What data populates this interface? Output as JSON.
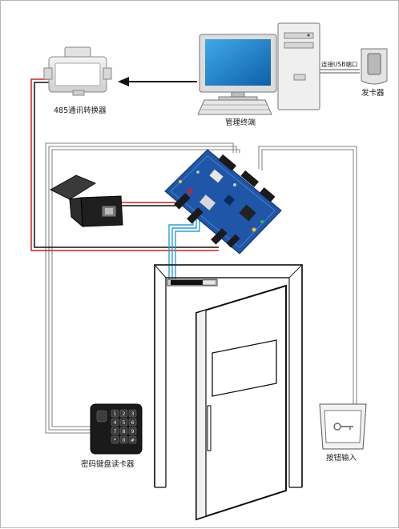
{
  "labels": {
    "converter": "485通讯转换器",
    "usb_port": "连接USB端口",
    "card_issuer": "发卡器",
    "terminal": "管理终端",
    "keypad_reader": "密码键盘读卡器",
    "exit_button": "按钮输入"
  },
  "keypad_keys": [
    "1",
    "2",
    "3",
    "4",
    "5",
    "6",
    "7",
    "8",
    "9",
    "*",
    "0",
    "#"
  ],
  "colors": {
    "power_red": "#d81c1c",
    "signal_black": "#111111",
    "data_blue": "#2aa0d6",
    "cable_gray": "#9a9a9a",
    "board_blue": "#1f56a8"
  }
}
